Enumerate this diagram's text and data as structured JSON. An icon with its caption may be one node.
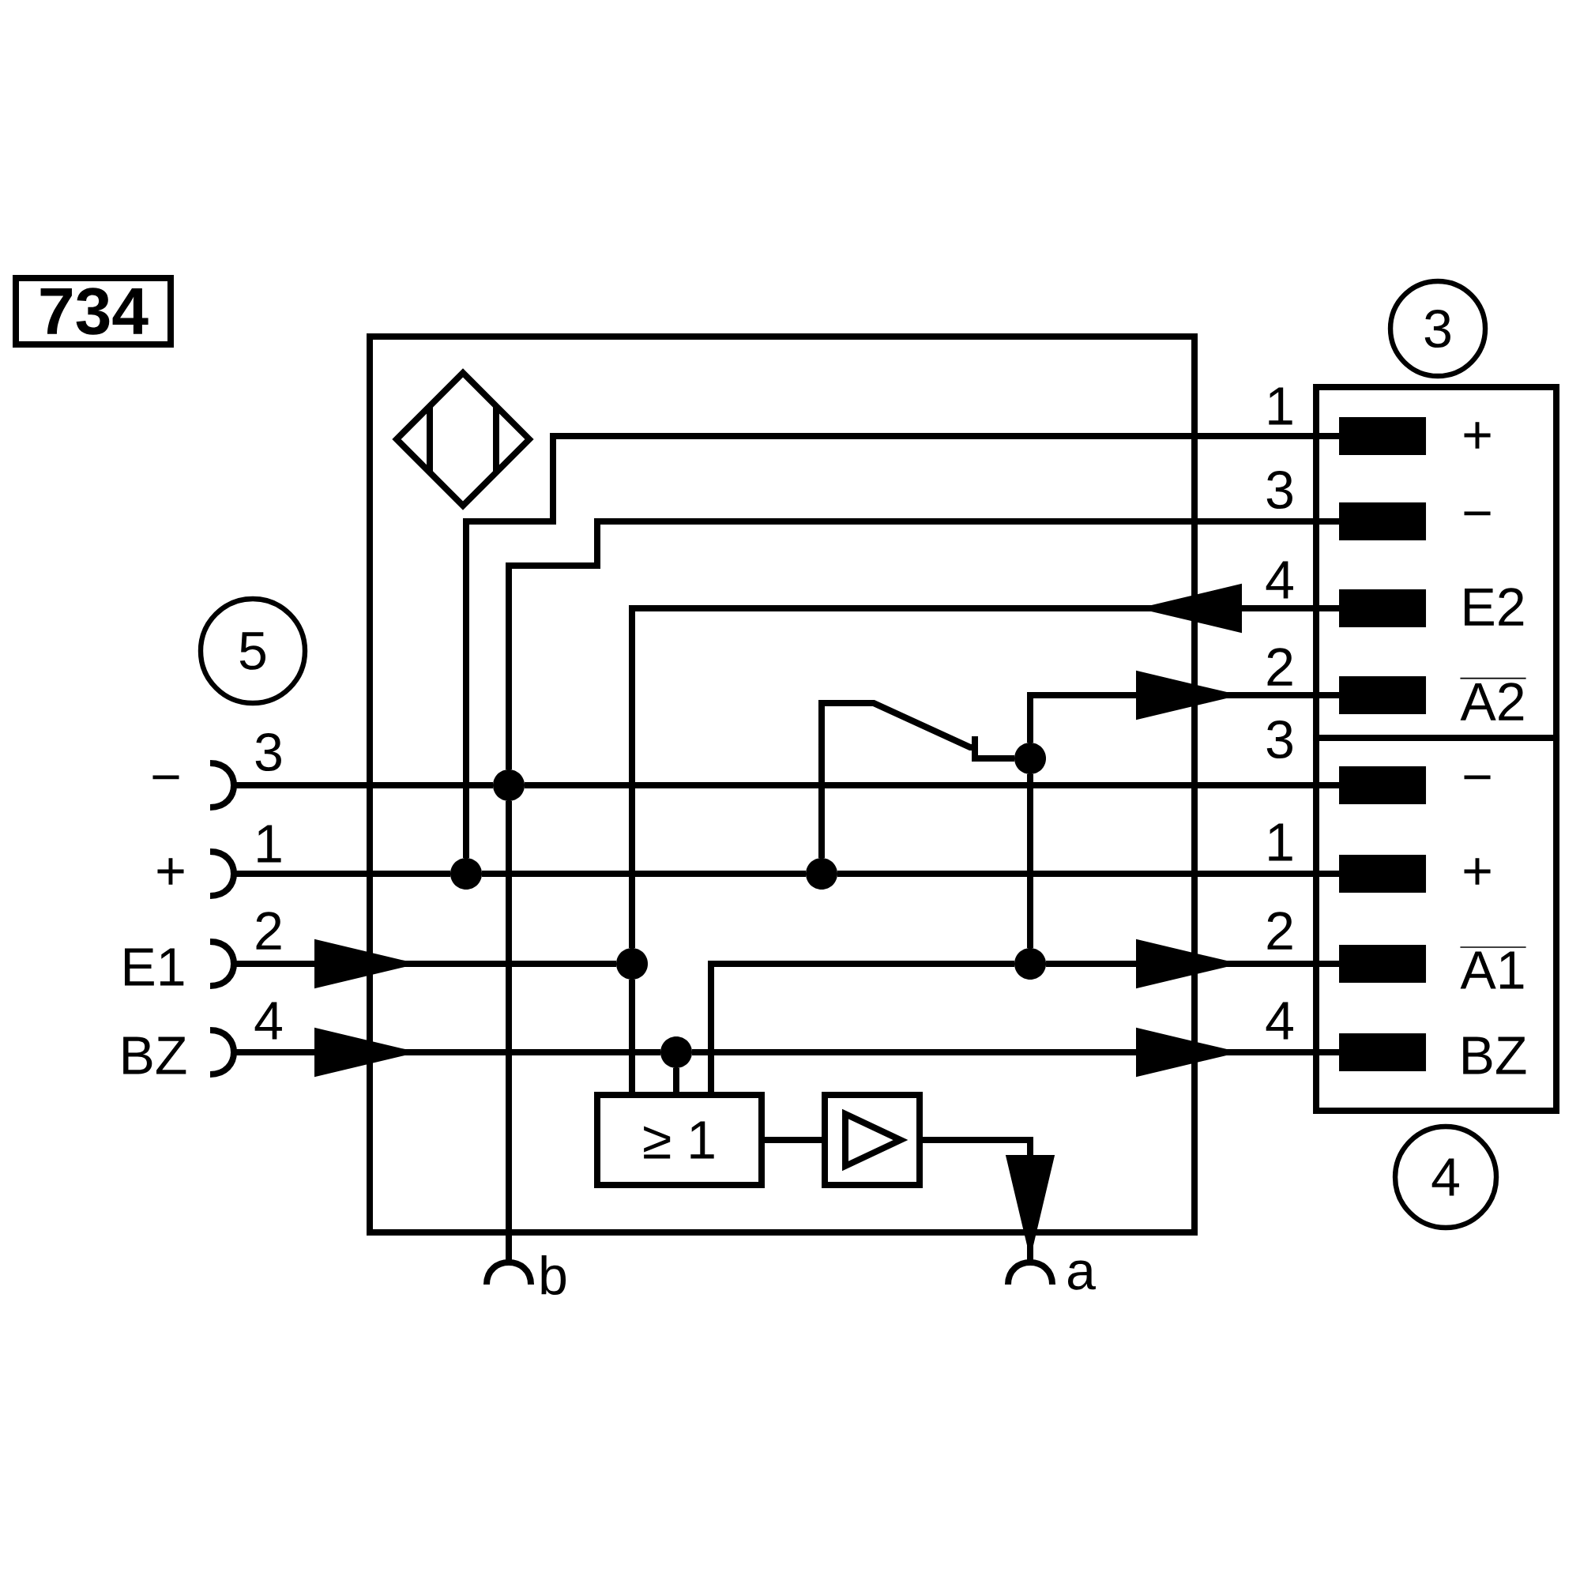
{
  "diagram": {
    "nodes": [
      {
        "text": [
          "734"
        ]
      },
      {
        "text": [
          "3"
        ]
      },
      {
        "text": [],
        "shape": "box"
      },
      {
        "text": [],
        "shape": "diamond",
        "in": 2
      },
      {
        "text": [],
        "shape": "box"
      },
      {
        "text": [],
        "shape": "bar",
        "in": 4
      },
      {
        "text": [],
        "shape": "bar",
        "in": 4
      },
      {
        "text": [],
        "shape": "bar",
        "in": 4
      },
      {
        "text": [],
        "shape": "bar",
        "in": 4
      },
      {
        "text": [
          "5"
        ]
      },
      {
        "text": [],
        "shape": "box"
      },
      {
        "text": [],
        "shape": "bar",
        "in": 10
      },
      {
        "text": [],
        "shape": "bar",
        "in": 10
      },
      {
        "text": [],
        "shape": "bar",
        "in": 10
      },
      {
        "text": [],
        "shape": "bar",
        "in": 10
      },
      {
        "text": [],
        "shape": "socket"
      },
      {
        "text": [],
        "shape": "socket"
      },
      {
        "text": [],
        "shape": "socket"
      },
      {
        "text": [],
        "shape": "socket"
      },
      {
        "text": [],
        "shape": "dot",
        "in": 2
      },
      {
        "text": [],
        "shape": "dot",
        "in": 2
      },
      {
        "text": [],
        "shape": "dot",
        "in": 2
      },
      {
        "text": [],
        "shape": "dot",
        "in": 2
      },
      {
        "text": [],
        "shape": "dot",
        "in": 2
      },
      {
        "text": [],
        "shape": "dot",
        "in": 2
      },
      {
        "text": [],
        "shape": "dot",
        "in": 2
      },
      {
        "text": [
          "≥ 1"
        ],
        "in": 2
      },
      {
        "text": [],
        "shape": "box",
        "in": 2
      },
      {
        "text": [
          "4"
        ]
      },
      {
        "text": [],
        "shape": "socket"
      },
      {
        "text": [],
        "shape": "socket"
      }
    ],
    "edges": [
      {
        "from": 15,
        "to": 20,
        "arrow": "none"
      },
      {
        "from": 20,
        "to": 11,
        "arrow": "none"
      },
      {
        "from": 6,
        "to": 20,
        "arrow": "none"
      },
      {
        "from": 20,
        "to": 29,
        "arrow": "none"
      },
      {
        "from": 16,
        "to": 21,
        "arrow": "none"
      },
      {
        "from": 21,
        "to": 22,
        "arrow": "none"
      },
      {
        "from": 22,
        "to": 12,
        "arrow": "none"
      },
      {
        "from": 5,
        "to": 21,
        "arrow": "none"
      },
      {
        "from": 22,
        "to": 19,
        "arrow": "none"
      },
      {
        "from": 19,
        "to": 8,
        "arrow": "to"
      },
      {
        "from": 19,
        "to": 24,
        "arrow": "none"
      },
      {
        "from": 7,
        "to": 23,
        "arrow": "to"
      },
      {
        "from": 17,
        "to": 23,
        "arrow": "to"
      },
      {
        "from": 23,
        "to": 26,
        "arrow": "none"
      },
      {
        "from": 26,
        "to": 24,
        "arrow": "none"
      },
      {
        "from": 24,
        "to": 13,
        "arrow": "to"
      },
      {
        "from": 18,
        "to": 25,
        "arrow": "to"
      },
      {
        "from": 25,
        "to": 14,
        "arrow": "to"
      },
      {
        "from": 25,
        "to": 26,
        "arrow": "none"
      },
      {
        "from": 26,
        "to": 27,
        "arrow": "none"
      },
      {
        "from": 27,
        "to": 30,
        "arrow": "to"
      }
    ],
    "labels": [
      "1",
      "+",
      "3",
      "−",
      "4",
      "E2",
      "2",
      "A2",
      "3",
      "3",
      "−",
      "−",
      "1",
      "1",
      "+",
      "+",
      "2",
      "2",
      "E1",
      "A1",
      "4",
      "4",
      "BZ",
      "BZ",
      "b",
      "a"
    ]
  }
}
